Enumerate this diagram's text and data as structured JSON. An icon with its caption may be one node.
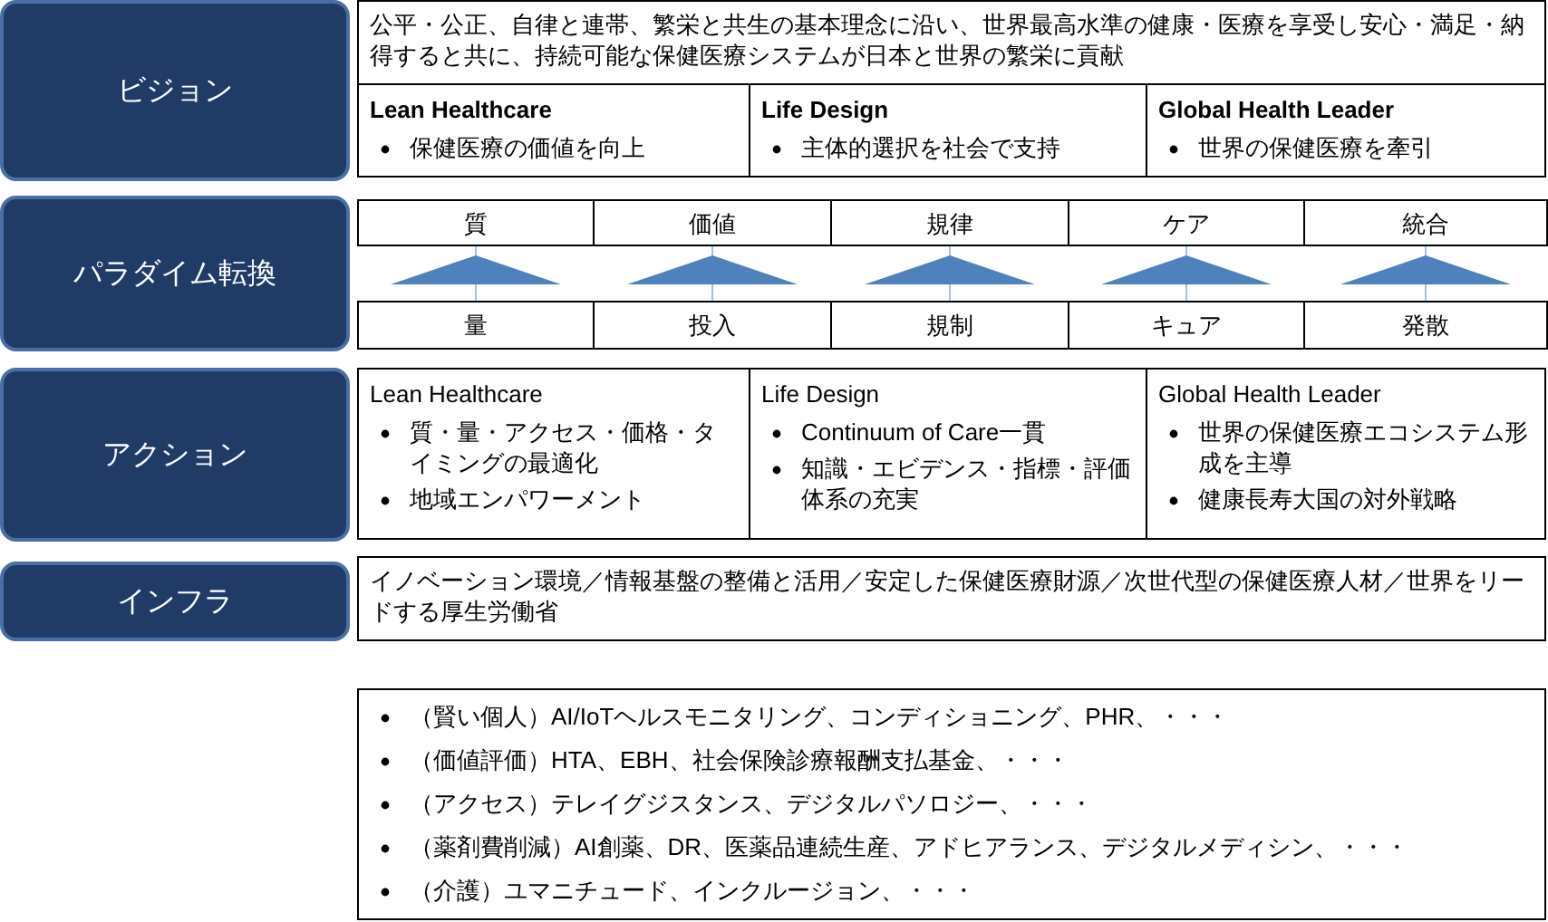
{
  "diagram": {
    "nodes": [
      {
        "text": [
          "ビジョン"
        ]
      },
      {
        "text": [
          "公平・公正、自律と連帯、繁栄と共生の基本理念に沿い、世界最高水準の健康・医療を享受し安心・満足・納得すると共に、持続可能な保健医療システムが日本と世界の繁栄に貢献"
        ]
      },
      {
        "text": [
          "Lean Healthcare",
          "保健医療の価値を向上"
        ]
      },
      {
        "text": [
          "Life Design",
          "主体的選択を社会で支持"
        ]
      },
      {
        "text": [
          "Global Health Leader",
          "世界の保健医療を牽引"
        ]
      },
      {
        "text": [
          "パラダイム転換"
        ]
      },
      {
        "text": [
          "質"
        ]
      },
      {
        "text": [
          "価値"
        ]
      },
      {
        "text": [
          "規律"
        ]
      },
      {
        "text": [
          "ケア"
        ]
      },
      {
        "text": [
          "統合"
        ]
      },
      {
        "text": [
          "量"
        ]
      },
      {
        "text": [
          "投入"
        ]
      },
      {
        "text": [
          "規制"
        ]
      },
      {
        "text": [
          "キュア"
        ]
      },
      {
        "text": [
          "発散"
        ]
      },
      {
        "text": [
          "アクション"
        ]
      },
      {
        "text": [
          "Lean Healthcare",
          "質・量・アクセス・価格・タイミングの最適化",
          "地域エンパワーメント"
        ]
      },
      {
        "text": [
          "Life Design",
          "Continuum of Care一貫",
          "知識・エビデンス・指標・評価体系の充実"
        ]
      },
      {
        "text": [
          "Global Health Leader",
          "世界の保健医療エコシステム形成を主導",
          "健康長寿大国の対外戦略"
        ]
      },
      {
        "text": [
          "インフラ"
        ]
      },
      {
        "text": [
          "イノベーション環境／情報基盤の整備と活用／安定した保健医療財源／次世代型の保健医療人材／世界をリードする厚生労働省"
        ]
      },
      {
        "text": [
          "（賢い個人）AI/IoTヘルスモニタリング、コンディショニング、PHR、・・・",
          "（価値評価）HTA、EBH、社会保険診療報酬支払基金、・・・",
          "（アクセス）テレイグジスタンス、デジタルパソロジー、・・・",
          "（薬剤費削減）AI創薬、DR、医薬品連続生産、アドヒアランス、デジタルメディシン、・・・",
          "（介護）ユマニチュード、インクルージョン、・・・"
        ]
      }
    ],
    "edges": [
      {
        "from": 11,
        "to": 6,
        "arrow": "to"
      },
      {
        "from": 12,
        "to": 7,
        "arrow": "to"
      },
      {
        "from": 13,
        "to": 8,
        "arrow": "to"
      },
      {
        "from": 14,
        "to": 9,
        "arrow": "to"
      },
      {
        "from": 15,
        "to": 10,
        "arrow": "to"
      }
    ]
  }
}
